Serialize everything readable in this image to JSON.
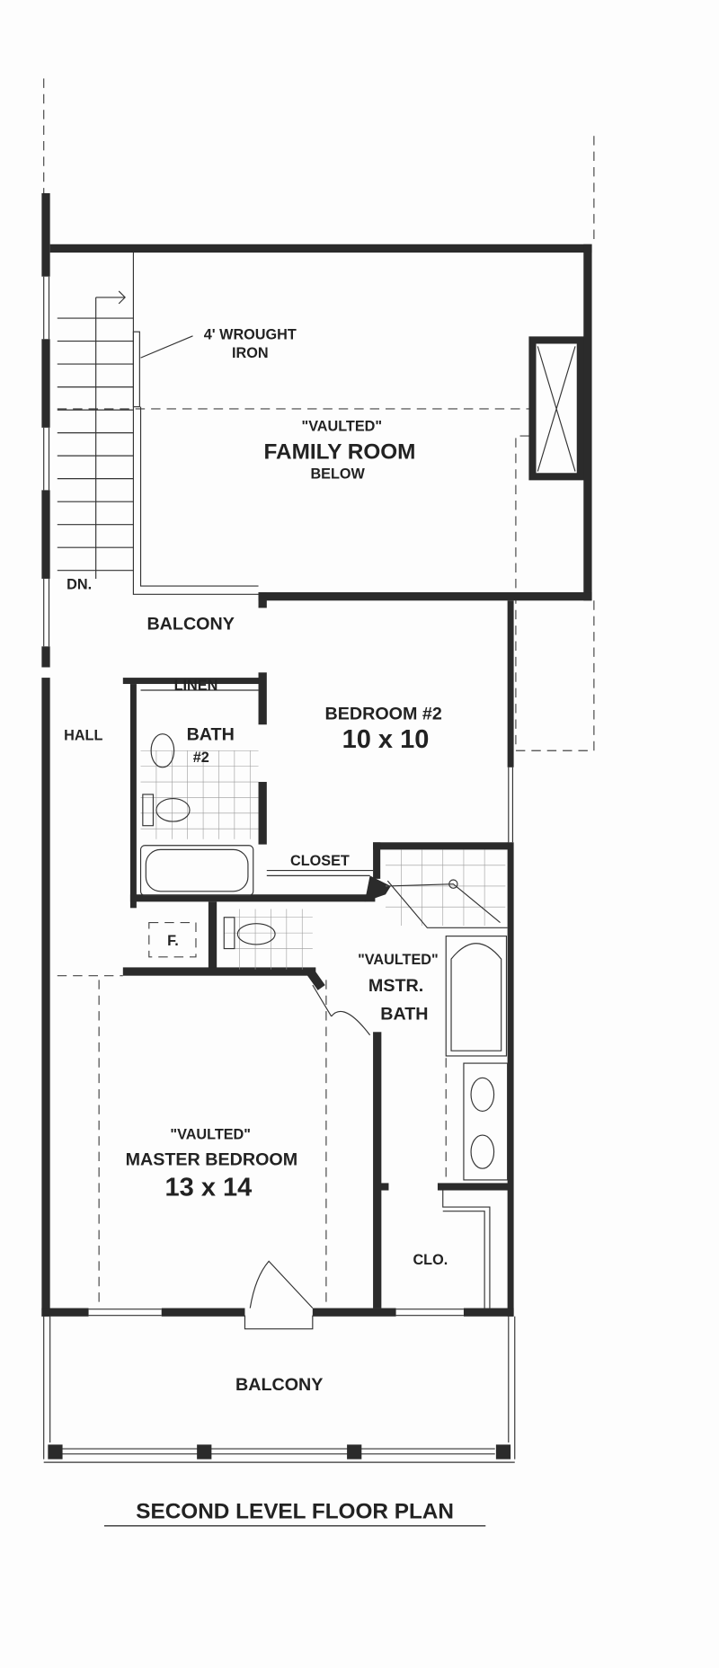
{
  "title": "SECOND LEVEL FLOOR PLAN",
  "labels": {
    "wrought_iron_1": "4' WROUGHT",
    "wrought_iron_2": "IRON",
    "family_vaulted": "\"VAULTED\"",
    "family_room": "FAMILY ROOM",
    "family_below": "BELOW",
    "stairs_dn": "DN.",
    "balcony_upper": "BALCONY",
    "linen": "LINEN",
    "hall": "HALL",
    "bath2_name": "BATH",
    "bath2_num": "#2",
    "bedroom2_name": "BEDROOM #2",
    "bedroom2_size": "10 x 10",
    "closet": "CLOSET",
    "furnace": "F.",
    "mbath_vaulted": "\"VAULTED\"",
    "mbath_name": "MSTR.",
    "mbath_bath": "BATH",
    "mbed_vaulted": "\"VAULTED\"",
    "mbed_name": "MASTER BEDROOM",
    "mbed_size": "13 x 14",
    "clo": "CLO.",
    "balcony_lower": "BALCONY"
  },
  "colors": {
    "wall": "#2b2b2b",
    "background": "#fdfdfd"
  }
}
